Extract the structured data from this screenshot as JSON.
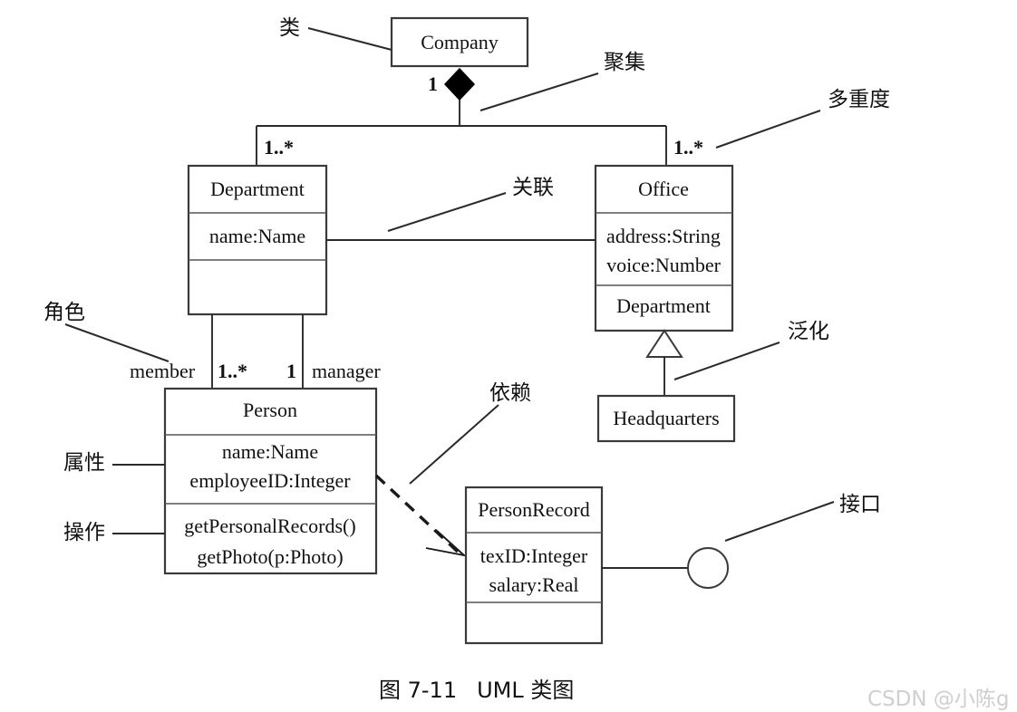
{
  "figure": {
    "caption_prefix": "图 7-11",
    "caption_title": "UML 类图",
    "watermark": "CSDN @小陈g"
  },
  "classes": [
    {
      "id": "company",
      "name": "Company",
      "attributes": [],
      "operations": []
    },
    {
      "id": "department",
      "name": "Department",
      "attributes": [
        "name:Name"
      ],
      "operations": []
    },
    {
      "id": "office",
      "name": "Office",
      "attributes": [
        "address:String",
        "voice:Number"
      ],
      "operations": [
        "Department"
      ]
    },
    {
      "id": "person",
      "name": "Person",
      "attributes": [
        "name:Name",
        "employeeID:Integer"
      ],
      "operations": [
        "getPersonalRecords()",
        "getPhoto(p:Photo)"
      ]
    },
    {
      "id": "personrecord",
      "name": "PersonRecord",
      "attributes": [
        "texID:Integer",
        "salary:Real"
      ],
      "operations": []
    },
    {
      "id": "headquarters",
      "name": "Headquarters",
      "attributes": [],
      "operations": []
    }
  ],
  "multiplicities": {
    "company_end": "1",
    "department_end": "1..*",
    "office_end": "1..*",
    "person_member_end": "1..*",
    "person_manager_end": "1"
  },
  "roles": {
    "member": "member",
    "manager": "manager"
  },
  "annotations": [
    {
      "id": "class",
      "label": "类"
    },
    {
      "id": "aggregation",
      "label": "聚集"
    },
    {
      "id": "multiplicity",
      "label": "多重度"
    },
    {
      "id": "association",
      "label": "关联"
    },
    {
      "id": "generalization",
      "label": "泛化"
    },
    {
      "id": "role",
      "label": "角色"
    },
    {
      "id": "dependency",
      "label": "依赖"
    },
    {
      "id": "attribute",
      "label": "属性"
    },
    {
      "id": "operation",
      "label": "操作"
    },
    {
      "id": "interface",
      "label": "接口"
    }
  ],
  "colors": {
    "stroke": "#3a3a3a",
    "text": "#111111",
    "background": "#ffffff",
    "watermark": "#cfcfcf"
  }
}
